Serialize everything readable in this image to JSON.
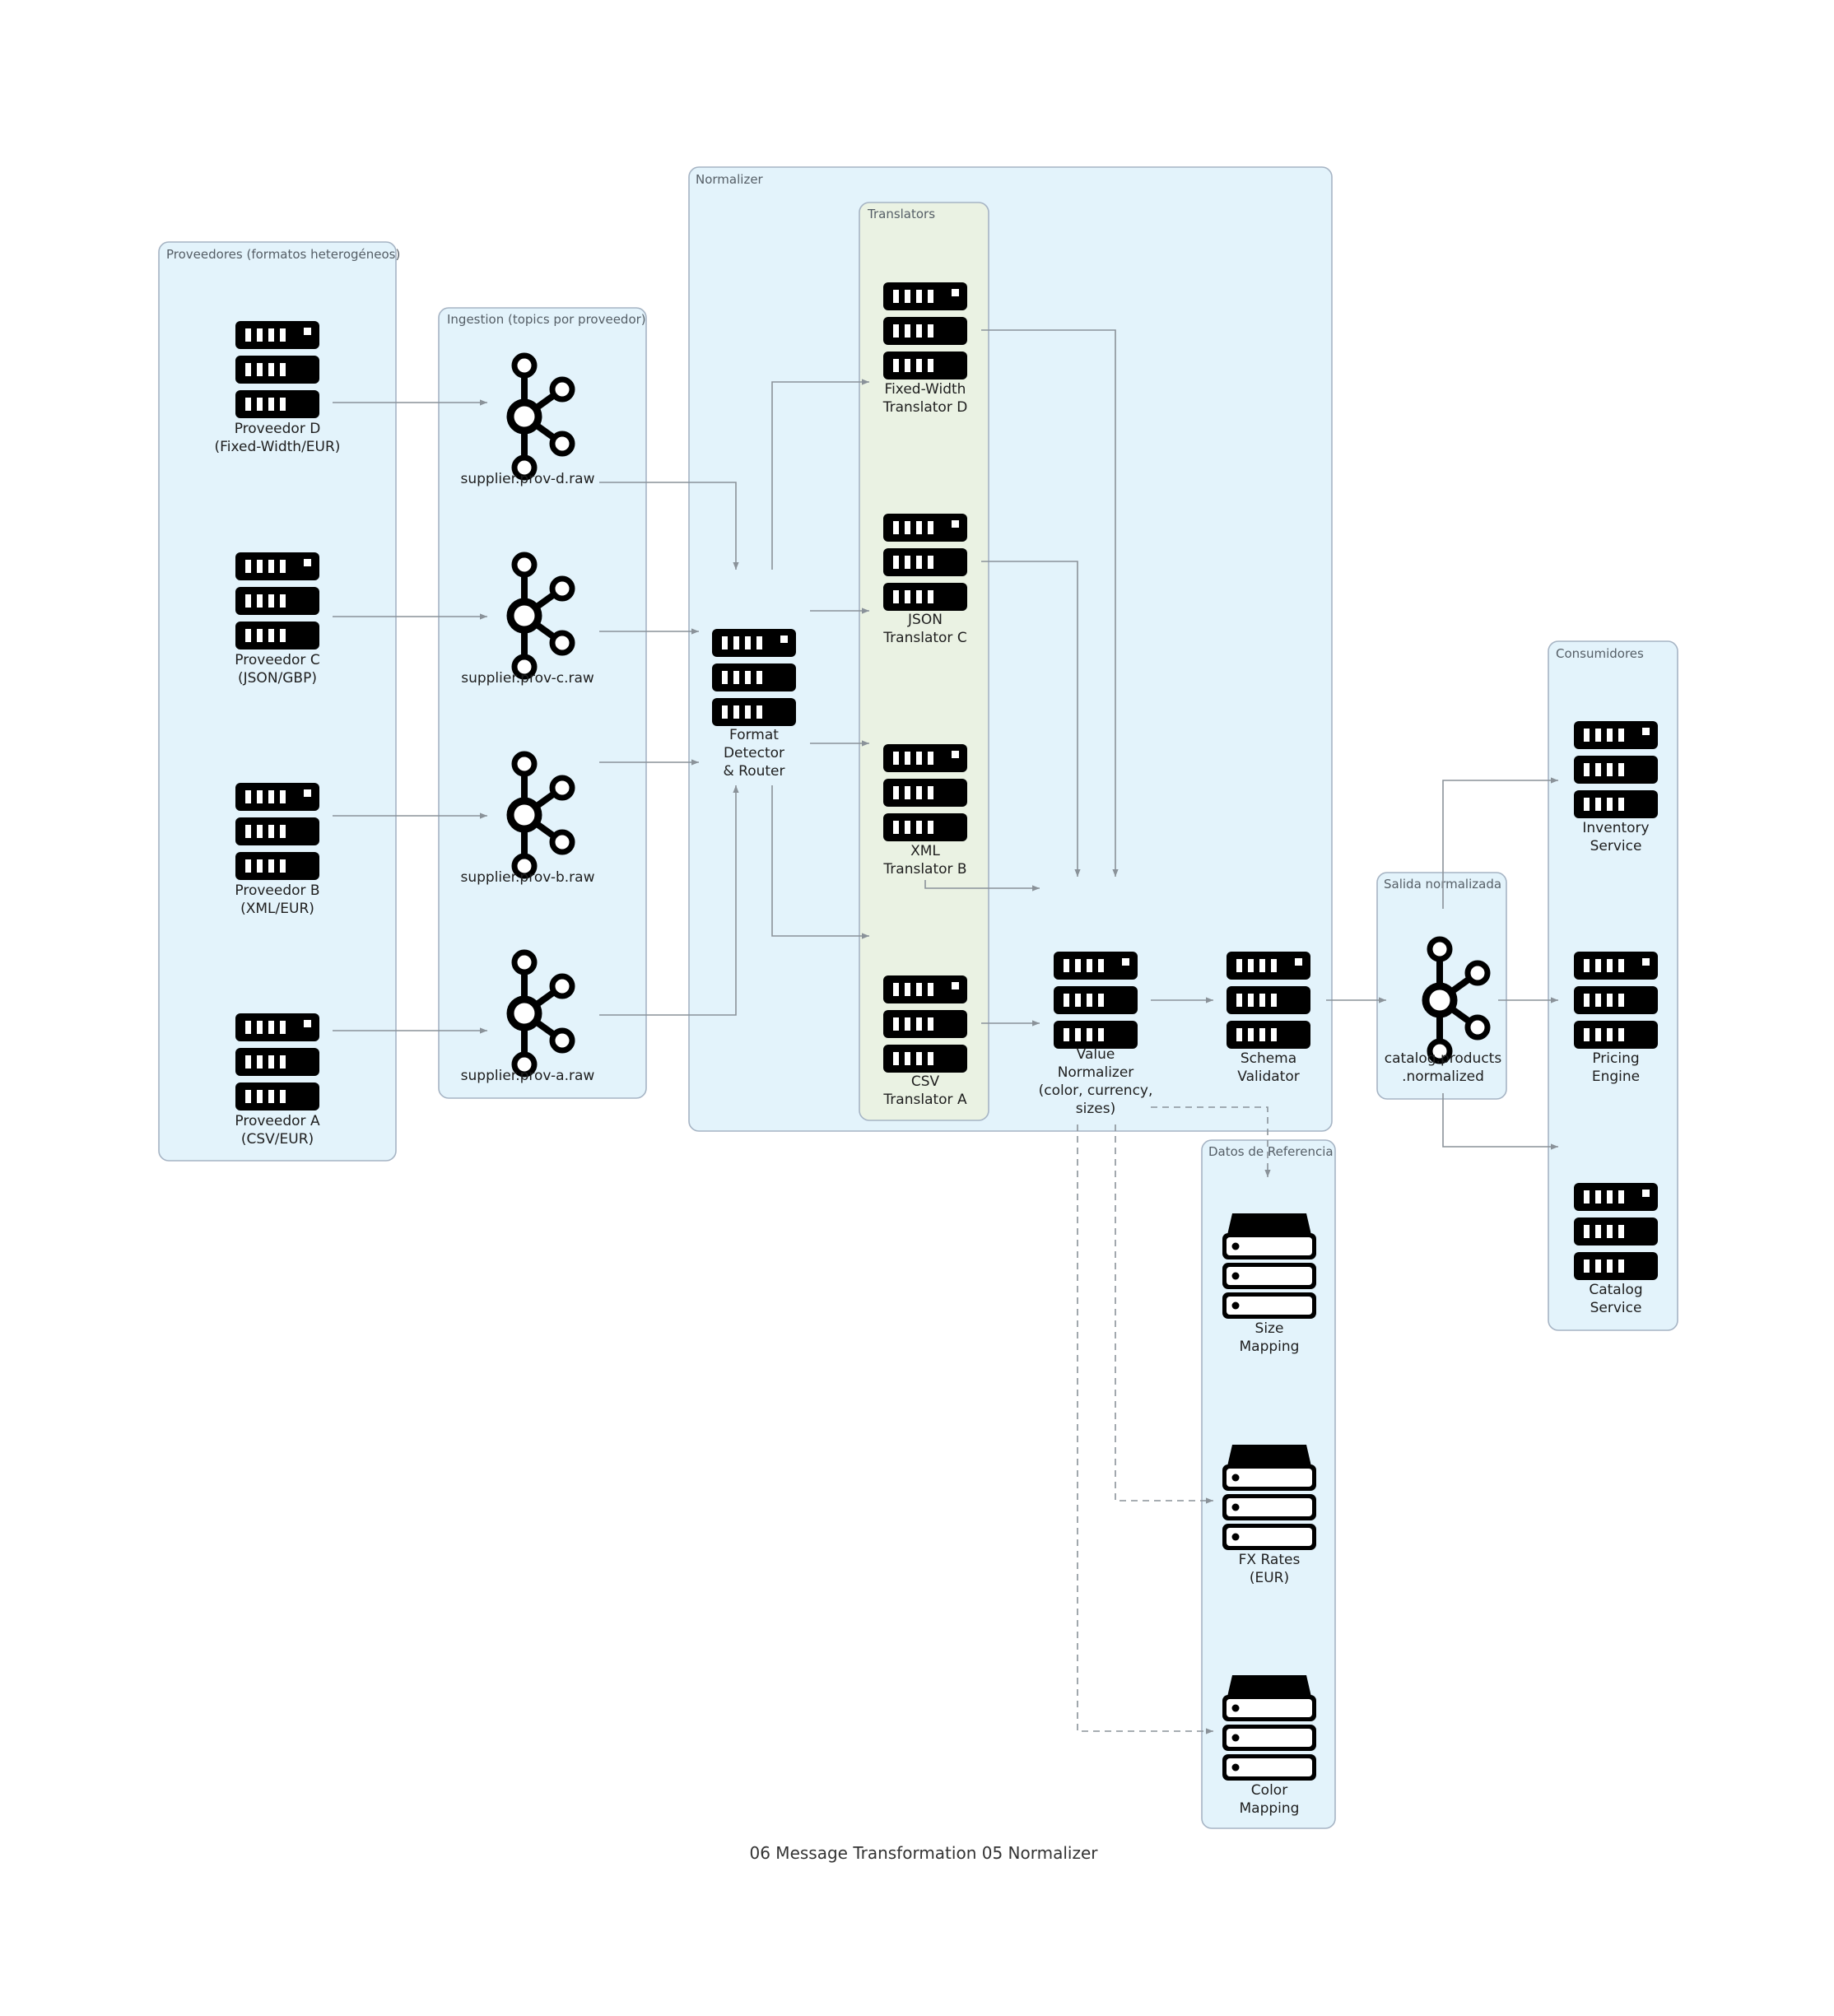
{
  "caption": "06 Message Transformation 05 Normalizer",
  "colors": {
    "cluster_fill": "#e3f3fb",
    "translators_fill": "#eaf2e3",
    "icon": "#000000",
    "edge": "#8a9299"
  },
  "clusters": {
    "proveedores": "Proveedores (formatos heterogéneos)",
    "ingestion": "Ingestion (topics por proveedor)",
    "normalizer": "Normalizer",
    "translators": "Translators",
    "salida": "Salida normalizada",
    "consumidores": "Consumidores",
    "datos": "Datos de Referencia"
  },
  "nodes": {
    "prov_d": {
      "icon": "server-icon",
      "lines": [
        "Proveedor D",
        "(Fixed-Width/EUR)"
      ]
    },
    "prov_c": {
      "icon": "server-icon",
      "lines": [
        "Proveedor C",
        "(JSON/GBP)"
      ]
    },
    "prov_b": {
      "icon": "server-icon",
      "lines": [
        "Proveedor B",
        "(XML/EUR)"
      ]
    },
    "prov_a": {
      "icon": "server-icon",
      "lines": [
        "Proveedor A",
        "(CSV/EUR)"
      ]
    },
    "topic_d": {
      "icon": "kafka-icon",
      "lines": [
        "supplier.prov-d.raw"
      ]
    },
    "topic_c": {
      "icon": "kafka-icon",
      "lines": [
        "supplier.prov-c.raw"
      ]
    },
    "topic_b": {
      "icon": "kafka-icon",
      "lines": [
        "supplier.prov-b.raw"
      ]
    },
    "topic_a": {
      "icon": "kafka-icon",
      "lines": [
        "supplier.prov-a.raw"
      ]
    },
    "router": {
      "icon": "server-icon",
      "lines": [
        "Format",
        "Detector",
        "& Router"
      ]
    },
    "trans_d": {
      "icon": "server-icon",
      "lines": [
        "Fixed-Width",
        "Translator D"
      ]
    },
    "trans_c": {
      "icon": "server-icon",
      "lines": [
        "JSON",
        "Translator C"
      ]
    },
    "trans_b": {
      "icon": "server-icon",
      "lines": [
        "XML",
        "Translator B"
      ]
    },
    "trans_a": {
      "icon": "server-icon",
      "lines": [
        "CSV",
        "Translator A"
      ]
    },
    "value_norm": {
      "icon": "server-icon",
      "lines": [
        "Value",
        "Normalizer",
        "(color, currency,",
        "sizes)"
      ]
    },
    "schema_val": {
      "icon": "server-icon",
      "lines": [
        "Schema",
        "Validator"
      ]
    },
    "catalog_topic": {
      "icon": "kafka-icon",
      "lines": [
        "catalog.products",
        ".normalized"
      ]
    },
    "inventory": {
      "icon": "server-icon",
      "lines": [
        "Inventory",
        "Service"
      ]
    },
    "pricing": {
      "icon": "server-icon",
      "lines": [
        "Pricing",
        "Engine"
      ]
    },
    "catalog_svc": {
      "icon": "server-icon",
      "lines": [
        "Catalog",
        "Service"
      ]
    },
    "size_map": {
      "icon": "database-icon",
      "lines": [
        "Size",
        "Mapping"
      ]
    },
    "fx_rates": {
      "icon": "database-icon",
      "lines": [
        "FX Rates",
        "(EUR)"
      ]
    },
    "color_map": {
      "icon": "database-icon",
      "lines": [
        "Color",
        "Mapping"
      ]
    }
  }
}
